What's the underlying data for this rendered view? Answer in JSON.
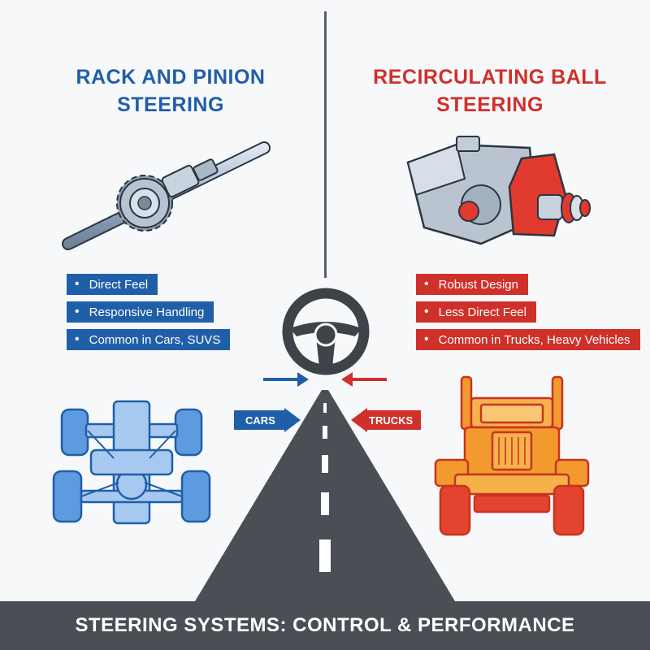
{
  "left": {
    "title_line1": "RACK AND PINION",
    "title_line2": "STEERING",
    "bullets": [
      "Direct Feel",
      "Responsive Handling",
      "Common in Cars, SUVS"
    ],
    "arrow_label": "CARS",
    "color": "#1f5fa8"
  },
  "right": {
    "title_line1": "RECIRCULATING BALL",
    "title_line2": "STEERING",
    "bullets": [
      "Robust Design",
      "Less Direct Feel",
      "Common in Trucks, Heavy Vehicles"
    ],
    "arrow_label": "TRUCKS",
    "color": "#d0302a"
  },
  "footer": "STEERING SYSTEMS: CONTROL & PERFORMANCE",
  "icons": [
    "rack-and-pinion-icon",
    "steering-gearbox-icon",
    "steering-wheel-icon",
    "road-icon",
    "car-chassis-icon",
    "truck-icon"
  ]
}
